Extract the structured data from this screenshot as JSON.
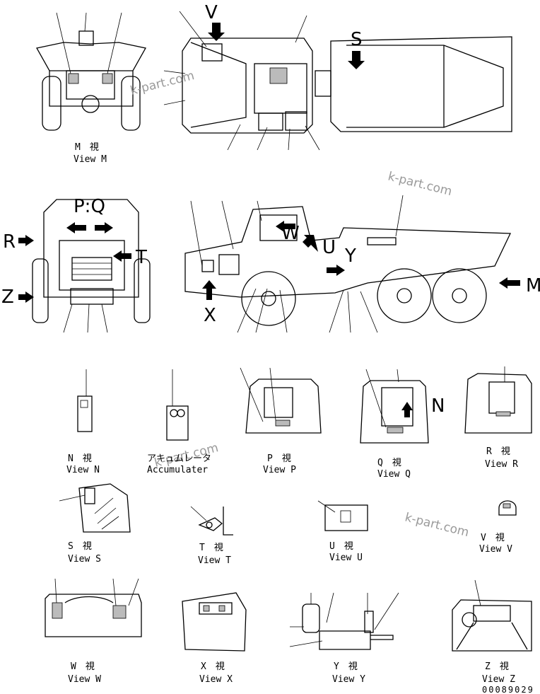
{
  "watermark": "k-part.com",
  "part_number": "00089029",
  "letters": {
    "V": "V",
    "S": "S",
    "PQ": "P:Q",
    "R": "R",
    "T": "T",
    "Z": "Z",
    "W": "W",
    "U": "U",
    "X": "X",
    "Y": "Y",
    "M": "M",
    "N": "N"
  },
  "views": {
    "M": {
      "jp": "M　視",
      "en": "View M"
    },
    "N": {
      "jp": "N　視",
      "en": "View N"
    },
    "acc": {
      "jp": "アキュムレータ",
      "en": "Accumulater"
    },
    "P": {
      "jp": "P　視",
      "en": "View P"
    },
    "Q": {
      "jp": "Q　視",
      "en": "View Q"
    },
    "R": {
      "jp": "R　視",
      "en": "View R"
    },
    "S": {
      "jp": "S　視",
      "en": "View S"
    },
    "T": {
      "jp": "T　視",
      "en": "View T"
    },
    "U": {
      "jp": "U　視",
      "en": "View U"
    },
    "V": {
      "jp": "V　視",
      "en": "View V"
    },
    "W": {
      "jp": "W　視",
      "en": "View W"
    },
    "X": {
      "jp": "X　視",
      "en": "View X"
    },
    "Y": {
      "jp": "Y　視",
      "en": "View Y"
    },
    "Z": {
      "jp": "Z　視",
      "en": "View Z"
    }
  }
}
